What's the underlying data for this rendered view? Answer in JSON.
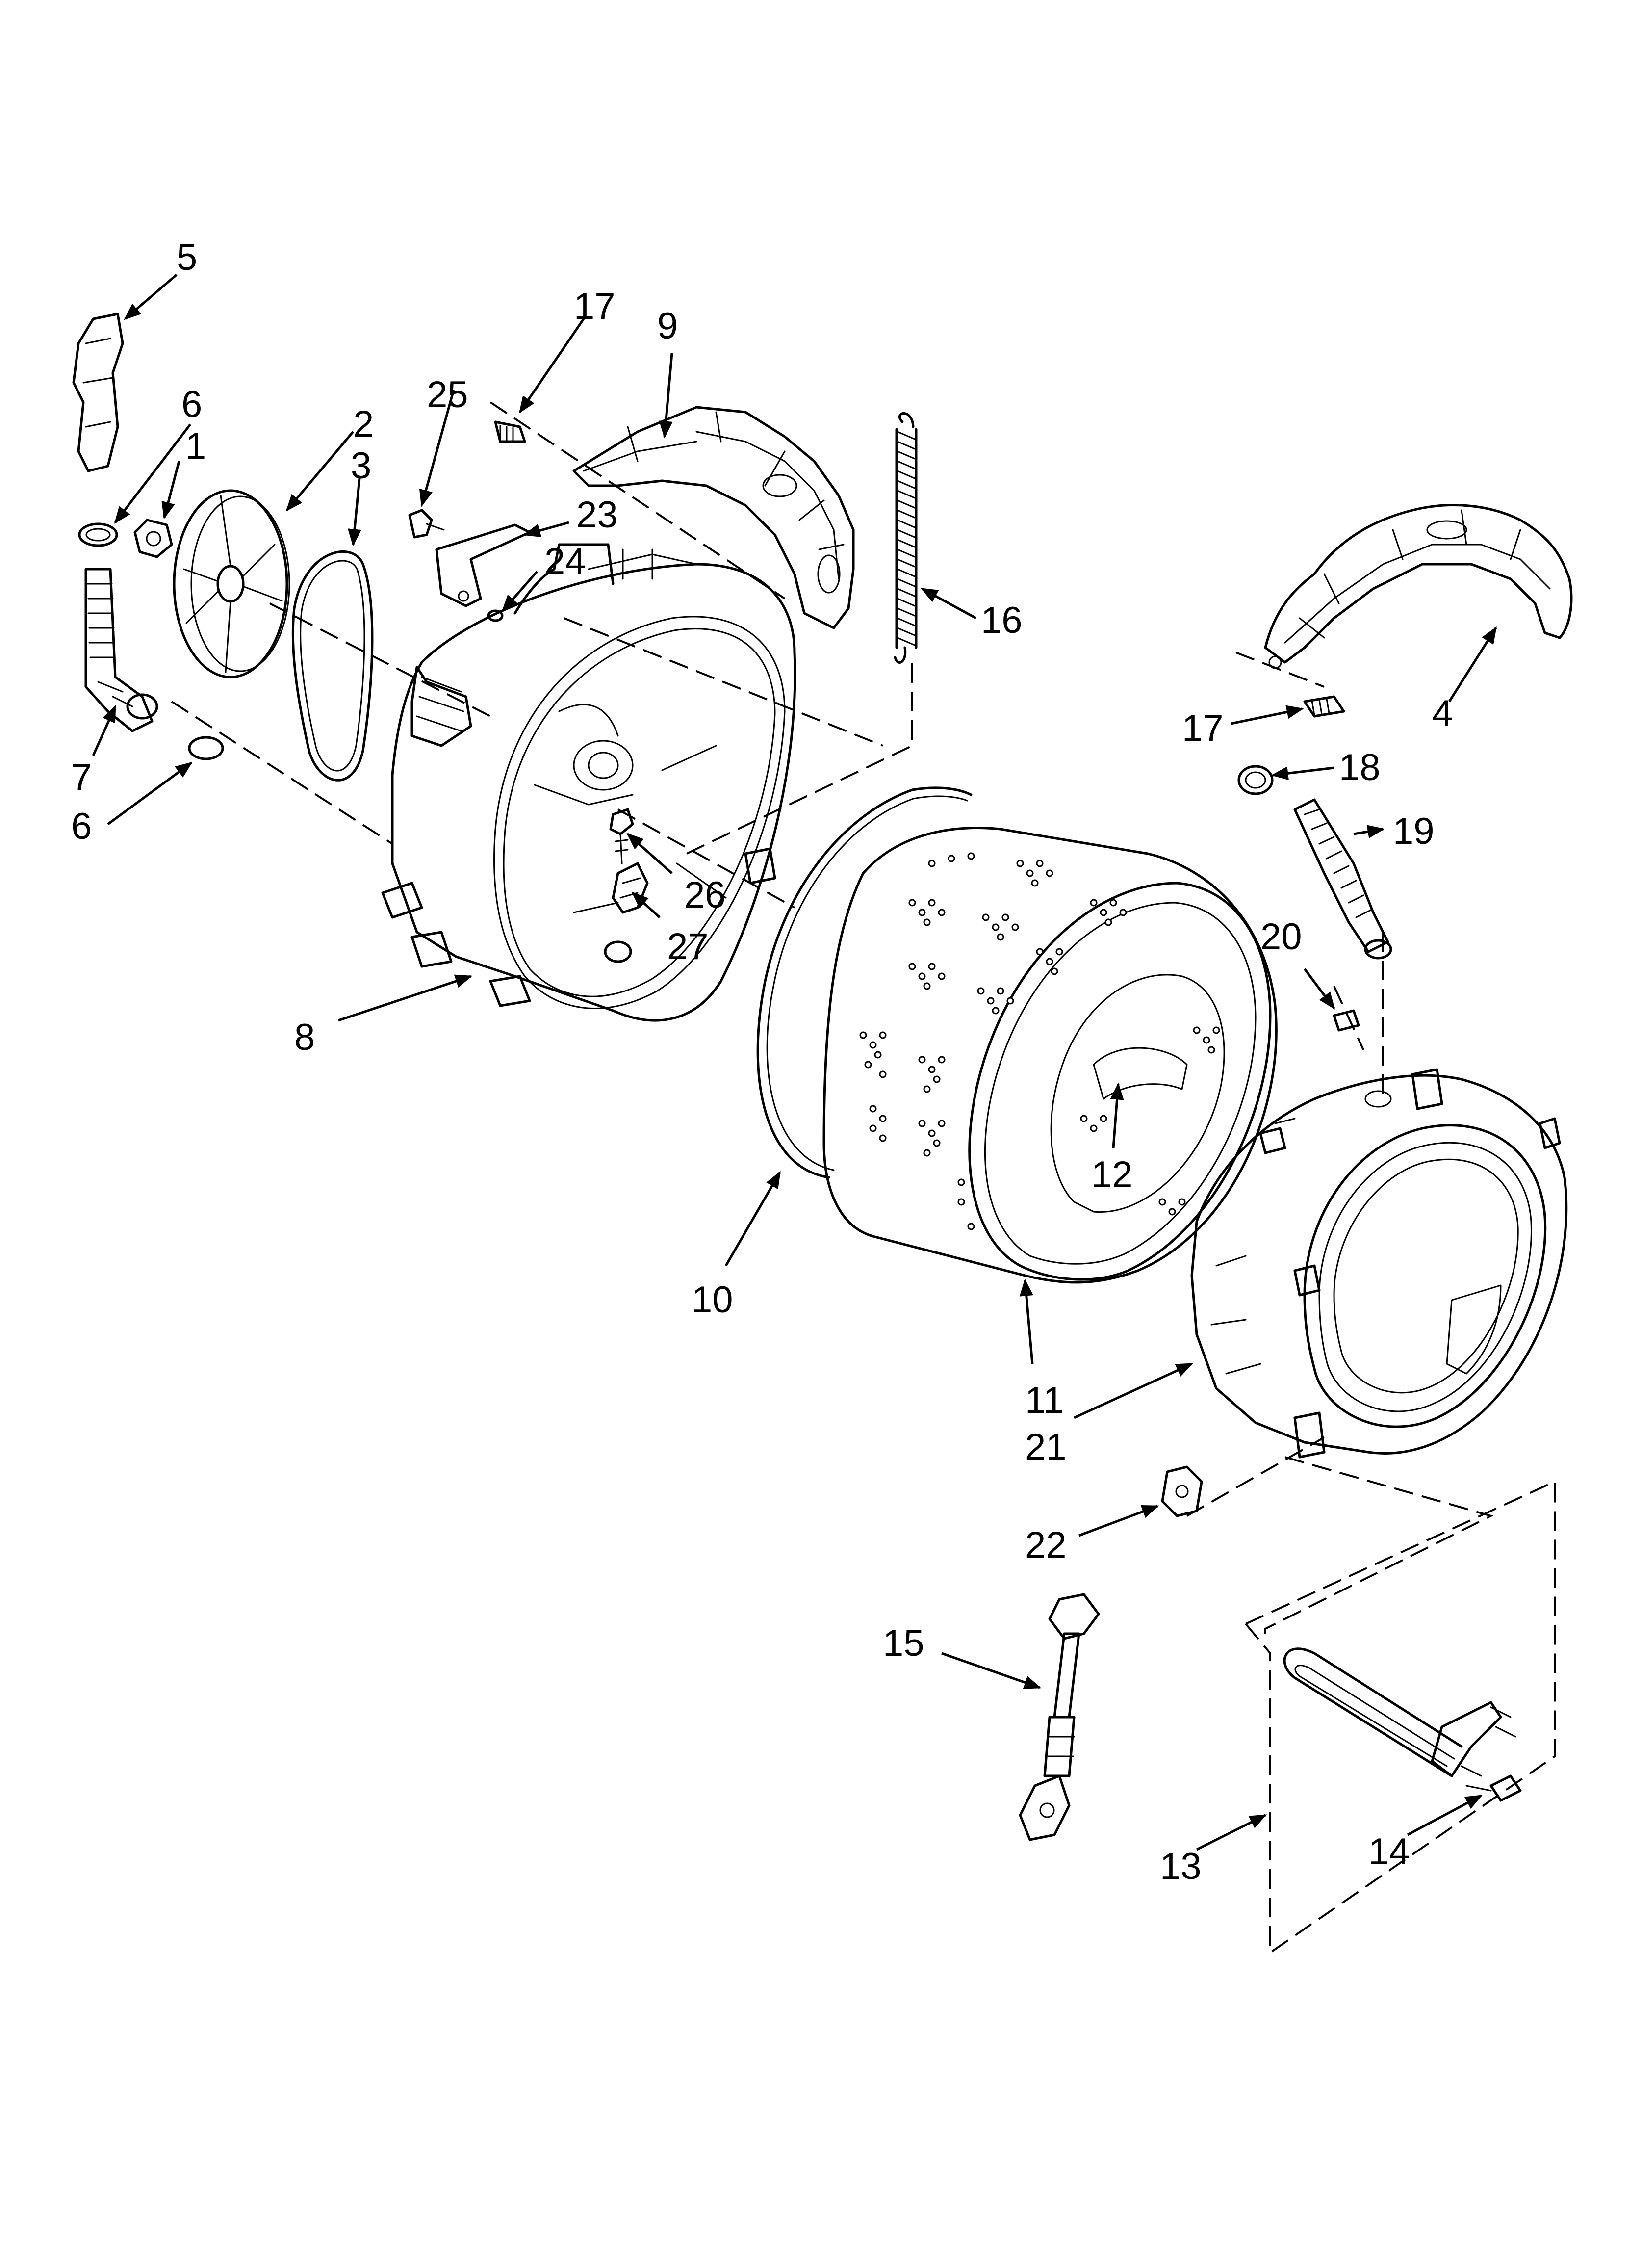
{
  "diagram": {
    "callouts": {
      "c1": "1",
      "c2": "2",
      "c3": "3",
      "c4": "4",
      "c5": "5",
      "c6a": "6",
      "c6b": "6",
      "c7": "7",
      "c8": "8",
      "c9": "9",
      "c10": "10",
      "c11": "11",
      "c12": "12",
      "c13": "13",
      "c14": "14",
      "c15": "15",
      "c16": "16",
      "c17a": "17",
      "c17b": "17",
      "c18": "18",
      "c19": "19",
      "c20": "20",
      "c21": "21",
      "c22": "22",
      "c23": "23",
      "c24": "24",
      "c25": "25",
      "c26": "26",
      "c27": "27"
    },
    "line_color": "#000000",
    "background": "#ffffff"
  }
}
